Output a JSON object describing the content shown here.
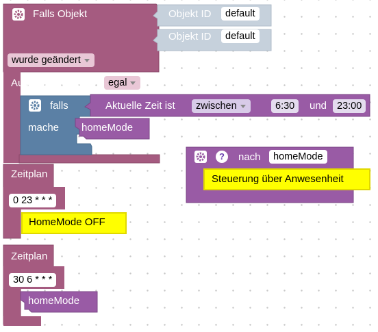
{
  "trigger": {
    "title": "Falls Objekt",
    "object_rows": [
      {
        "label": "Objekt ID",
        "value": "default"
      },
      {
        "label": "Objekt ID",
        "value": "default"
      }
    ],
    "condition_value": "wurde geändert",
    "trigger_label": "Auslösung durch",
    "trigger_value": "egal"
  },
  "if_block": {
    "falls_label": "falls",
    "mache_label": "mache",
    "condition_label": "Aktuelle Zeit ist",
    "mode_value": "zwischen",
    "start_time": "6:30",
    "and_label": "und",
    "end_time": "23:00",
    "action": "homeMode"
  },
  "schedules": [
    {
      "label": "Zeitplan",
      "cron": "0 23 * * *",
      "action": "HomeMode OFF"
    },
    {
      "label": "Zeitplan",
      "cron": "30 6 * * *",
      "action": "homeMode"
    }
  ],
  "function_block": {
    "label": "nach",
    "name": "homeMode",
    "body": "Steuerung über Anwesenheit"
  },
  "colors": {
    "event": "#a55b80",
    "object": "#c6d1dc",
    "logic": "#5b80a5",
    "procedure": "#995ba5",
    "yellow": "#ffff00"
  },
  "icons": [
    "gear-icon",
    "help-icon"
  ]
}
